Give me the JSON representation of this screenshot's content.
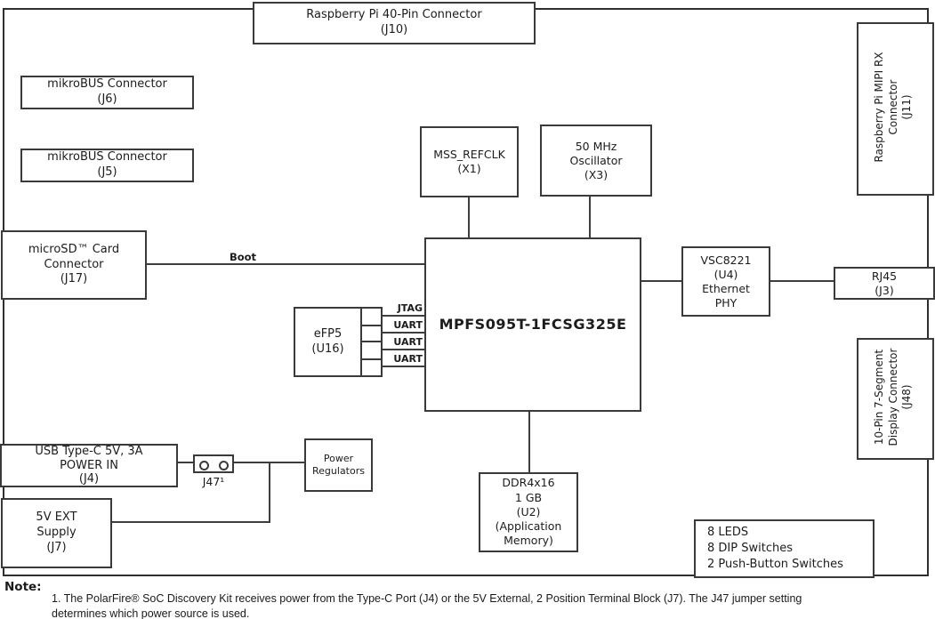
{
  "nodes": {
    "j10": {
      "lines": [
        "Raspberry Pi 40-Pin Connector",
        "(J10)"
      ]
    },
    "j6": {
      "lines": [
        "mikroBUS Connector",
        "(J6)"
      ]
    },
    "j5": {
      "lines": [
        "mikroBUS Connector",
        "(J5)"
      ]
    },
    "j17": {
      "lines": [
        "microSD™ Card",
        "Connector",
        "(J17)"
      ]
    },
    "x1": {
      "lines": [
        "MSS_REFCLK",
        "(X1)"
      ]
    },
    "x3": {
      "lines": [
        "50 MHz",
        "Oscillator",
        "(X3)"
      ]
    },
    "soc": {
      "lines": [
        "MPFS095T-1FCSG325E"
      ]
    },
    "efp5": {
      "lines": [
        "eFP5",
        "(U16)"
      ]
    },
    "vsc": {
      "lines": [
        "VSC8221",
        "(U4)",
        "Ethernet",
        "PHY"
      ]
    },
    "rj45": {
      "lines": [
        "RJ45",
        "(J3)"
      ]
    },
    "mipi": {
      "lines": [
        "Raspberry Pi MIPI RX",
        "Connector",
        "(J11)"
      ]
    },
    "j48": {
      "lines": [
        "10-Pin 7-Segment",
        "Display Connector",
        "(J48)"
      ]
    },
    "j4": {
      "lines": [
        "USB Type-C 5V, 3A",
        "POWER IN",
        "(J4)"
      ]
    },
    "j7": {
      "lines": [
        "5V EXT",
        "Supply",
        "(J7)"
      ]
    },
    "pwr": {
      "lines": [
        "Power",
        "Regulators"
      ]
    },
    "ddr": {
      "lines": [
        "DDR4x16",
        "1 GB",
        "(U2)",
        "(Application",
        "Memory)"
      ]
    },
    "leds": {
      "lines": [
        "8 LEDS",
        "8 DIP Switches",
        "2 Push-Button Switches"
      ]
    }
  },
  "pin_labels": [
    "JTAG",
    "UART",
    "UART",
    "UART"
  ],
  "labels": {
    "boot": "Boot",
    "j47": "J47¹"
  },
  "note": {
    "heading": "Note:",
    "line1": "1. The PolarFire® SoC Discovery Kit receives power from the Type-C Port (J4) or the 5V External, 2 Position Terminal Block (J7). The J47 jumper setting",
    "line2": "determines which power source is used."
  },
  "colors": {
    "line": "#3d3d3d",
    "box_border": "#3a3a3a",
    "text": "#1c1c1c",
    "background": "#ffffff"
  }
}
